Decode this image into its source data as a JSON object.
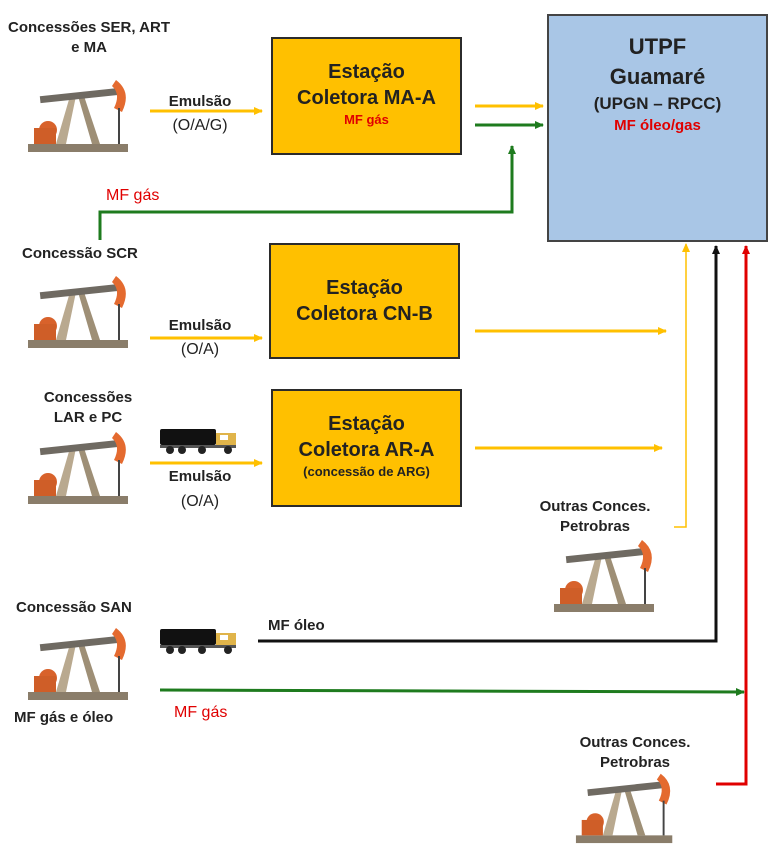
{
  "colors": {
    "station": "#FFC000",
    "utpf": "#a9c6e6",
    "emulsion_line": "#FFC000",
    "gas_line": "#1e7b1e",
    "oil_line": "#111111",
    "red_line": "#e00000",
    "red_text": "#e00000"
  },
  "icons": [
    "oil-pump-jack-icon",
    "tanker-truck-icon"
  ],
  "sources": {
    "ser_art_ma": "Concessões SER, ART e MA",
    "scr": "Concessão SCR",
    "lar_pc": "Concessões LAR e PC",
    "san": "Concessão SAN",
    "outras_1": "Outras Conces. Petrobras",
    "outras_2": "Outras Conces. Petrobras"
  },
  "flows": {
    "emulsao_oag_1": "Emulsão",
    "emulsao_oag_2": "(O/A/G)",
    "emulsao_oa_scr_1": "Emulsão",
    "emulsao_oa_scr_2": "(O/A)",
    "emulsao_oa_lar_1": "Emulsão",
    "emulsao_oa_lar_2": "(O/A)",
    "mf_gas_top": "MF gás",
    "mf_oleo": "MF óleo",
    "mf_gas_bottom": "MF gás",
    "mf_gas_e_oleo": "MF gás e óleo"
  },
  "stations": {
    "ma_a": {
      "line1": "Estação",
      "line2": "Coletora MA-A",
      "sub": "MF gás"
    },
    "cn_b": {
      "line1": "Estação",
      "line2": "Coletora CN-B"
    },
    "ar_a": {
      "line1": "Estação",
      "line2": "Coletora AR-A",
      "sub": "(concessão de ARG)"
    }
  },
  "utpf": {
    "line1": "UTPF",
    "line2": "Guamaré",
    "line3": "(UPGN – RPCC)",
    "line4": "MF óleo/gas"
  }
}
